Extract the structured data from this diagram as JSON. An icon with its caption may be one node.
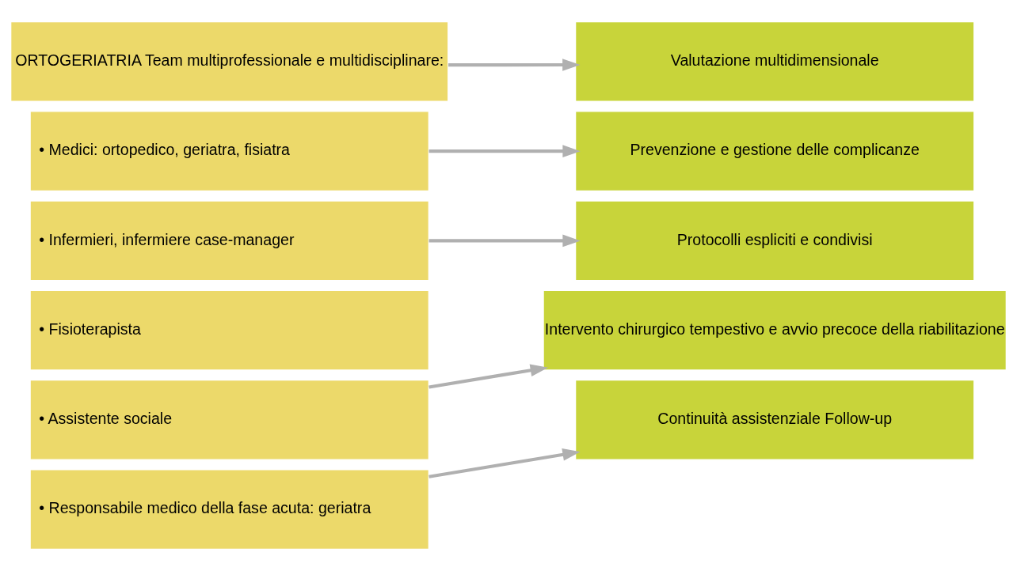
{
  "diagram": {
    "nodes": [
      {
        "text": [
          "ORTOGERIATRIA Team multiprofessionale e multidisciplinare:"
        ]
      },
      {
        "text": [
          "• Medici: ortopedico, geriatra, fisiatra"
        ]
      },
      {
        "text": [
          "• Infermieri, infermiere case-manager"
        ]
      },
      {
        "text": [
          "• Fisioterapista"
        ]
      },
      {
        "text": [
          "• Assistente sociale"
        ]
      },
      {
        "text": [
          "• Responsabile medico della fase acuta: geriatra"
        ]
      },
      {
        "text": [
          "Valutazione multidimensionale"
        ]
      },
      {
        "text": [
          "Prevenzione e gestione delle complicanze"
        ]
      },
      {
        "text": [
          "Protocolli espliciti e condivisi"
        ]
      },
      {
        "text": [
          "Intervento chirurgico tempestivo e avvio precoce della riabilitazione"
        ]
      },
      {
        "text": [
          "Continuità assistenziale Follow-up"
        ]
      }
    ],
    "edges": [
      {
        "from": 0,
        "to": 6,
        "arrow": "to"
      },
      {
        "from": 1,
        "to": 7,
        "arrow": "to"
      },
      {
        "from": 2,
        "to": 8,
        "arrow": "to"
      },
      {
        "from": 4,
        "to": 9,
        "arrow": "to"
      },
      {
        "from": 5,
        "to": 10,
        "arrow": "to"
      }
    ]
  }
}
